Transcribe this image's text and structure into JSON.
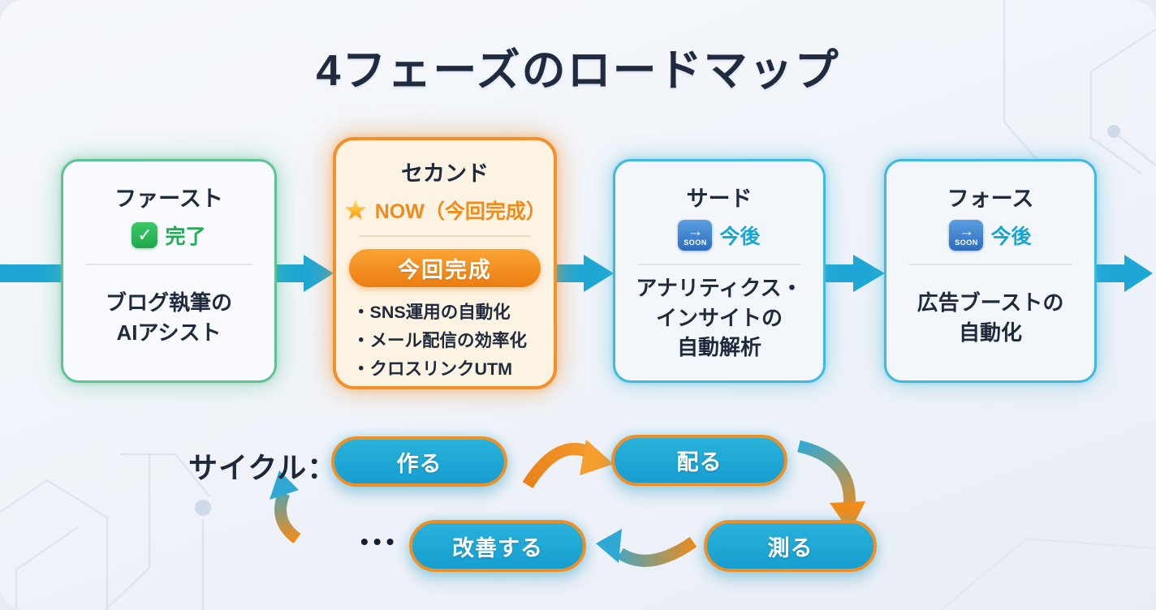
{
  "title": "4フェーズのロードマップ",
  "phases": [
    {
      "name": "ファースト",
      "status": "完了",
      "body": [
        "ブログ執筆の",
        "AIアシスト"
      ]
    },
    {
      "name": "セカンド",
      "status": "NOW（今回完成）",
      "badge": "今回完成",
      "bullets": [
        "・SNS運用の自動化",
        "・メール配信の効率化",
        "・クロスリンクUTM"
      ]
    },
    {
      "name": "サード",
      "status": "今後",
      "body": [
        "アナリティクス・",
        "インサイトの",
        "自動解析"
      ]
    },
    {
      "name": "フォース",
      "status": "今後",
      "body": [
        "広告ブーストの",
        "自動化"
      ]
    }
  ],
  "icons": {
    "check": "✓",
    "star": "★",
    "soon_arrow": "→",
    "soon_label": "SOON"
  },
  "cycle": {
    "label": "サイクル：",
    "steps": [
      "作る",
      "配る",
      "測る",
      "改善する"
    ],
    "ellipsis": "•••"
  },
  "colors": {
    "navy": "#1f2a3d",
    "green": "#1fae53",
    "orange": "#f08c1e",
    "cyan": "#1ba7d4",
    "flow_arrow": "#1ea7d4",
    "card_orange_bg": "#fdf3e3"
  }
}
